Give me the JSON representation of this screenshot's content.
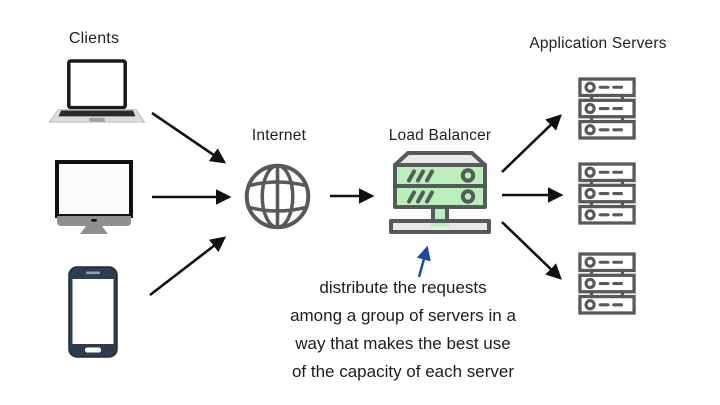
{
  "diagram": {
    "labels": {
      "clients": "Clients",
      "internet": "Internet",
      "load_balancer": "Load Balancer",
      "application_servers": "Application Servers"
    },
    "annotation": {
      "lines": [
        "distribute the requests",
        "among a group of servers in a",
        "way that makes the best use",
        "of the capacity of each server"
      ]
    },
    "icons": {
      "clients": [
        "laptop-icon",
        "monitor-icon",
        "smartphone-icon"
      ],
      "internet": "globe-icon",
      "load_balancer": "load-balancer-rack-icon",
      "application_servers": [
        "server-stack-icon",
        "server-stack-icon",
        "server-stack-icon"
      ]
    },
    "colors": {
      "arrow": "#111111",
      "icon_outline": "#58595b",
      "load_balancer_fill": "#b9efb9",
      "annotation_arrow": "#1b4a9b",
      "text": "#212121"
    }
  }
}
